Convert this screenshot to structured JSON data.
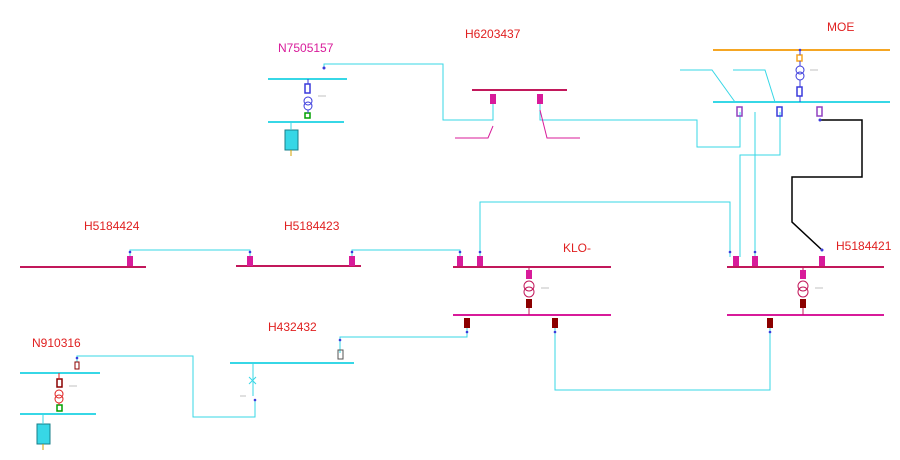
{
  "colors": {
    "cyan": "#37d7e6",
    "magenta": "#c2185b",
    "pink_label": "#d81b9a",
    "red_label": "#e02020",
    "orange": "#f5a623",
    "dark_red": "#8b0000",
    "black": "#000000",
    "green": "#00a000",
    "blue": "#3a3adc",
    "purple": "#9040c0"
  },
  "substations": {
    "n7505157": "N7505157",
    "h6203437": "H6203437",
    "moe": "MOE",
    "h5184424": "H5184424",
    "h5184423": "H5184423",
    "klo": "KLO-",
    "h5184421": "H5184421",
    "n910316": "N910316",
    "h432432": "H432432"
  }
}
